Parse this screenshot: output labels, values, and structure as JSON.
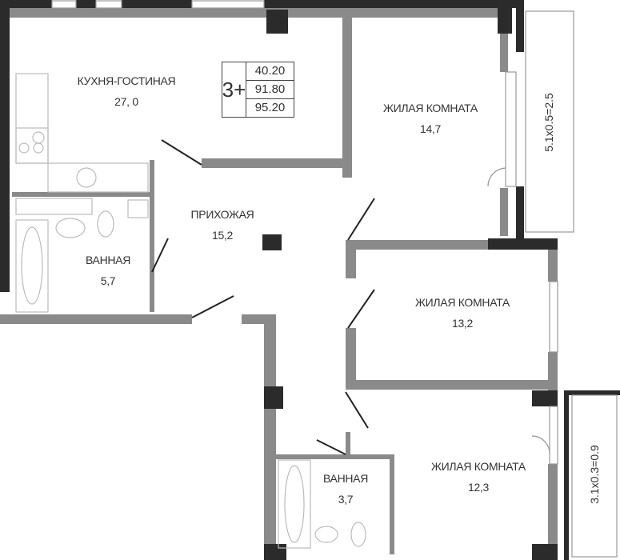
{
  "summary": {
    "rooms": "3+",
    "living_area": "40.20",
    "total_area": "91.80",
    "total_with_balcony": "95.20"
  },
  "rooms": [
    {
      "name": "КУХНЯ-ГОСТИНАЯ",
      "area": "27, 0"
    },
    {
      "name": "ЖИЛАЯ КОМНАТА",
      "area": "14,7"
    },
    {
      "name": "ПРИХОЖАЯ",
      "area": "15,2"
    },
    {
      "name": "ВАННАЯ",
      "area": "5,7"
    },
    {
      "name": "ЖИЛАЯ КОМНАТА",
      "area": "13,2"
    },
    {
      "name": "ЖИЛАЯ КОМНАТА",
      "area": "12,3"
    },
    {
      "name": "ВАННАЯ",
      "area": "3,7"
    }
  ],
  "balconies": [
    {
      "label": "5.1х0.5=2.5"
    },
    {
      "label": "3.1х0.3=0.9"
    }
  ],
  "colors": {
    "wall_dark": "#2b2b2b",
    "wall_gray": "#8a8a8a",
    "fixture": "#bbbbbb"
  }
}
